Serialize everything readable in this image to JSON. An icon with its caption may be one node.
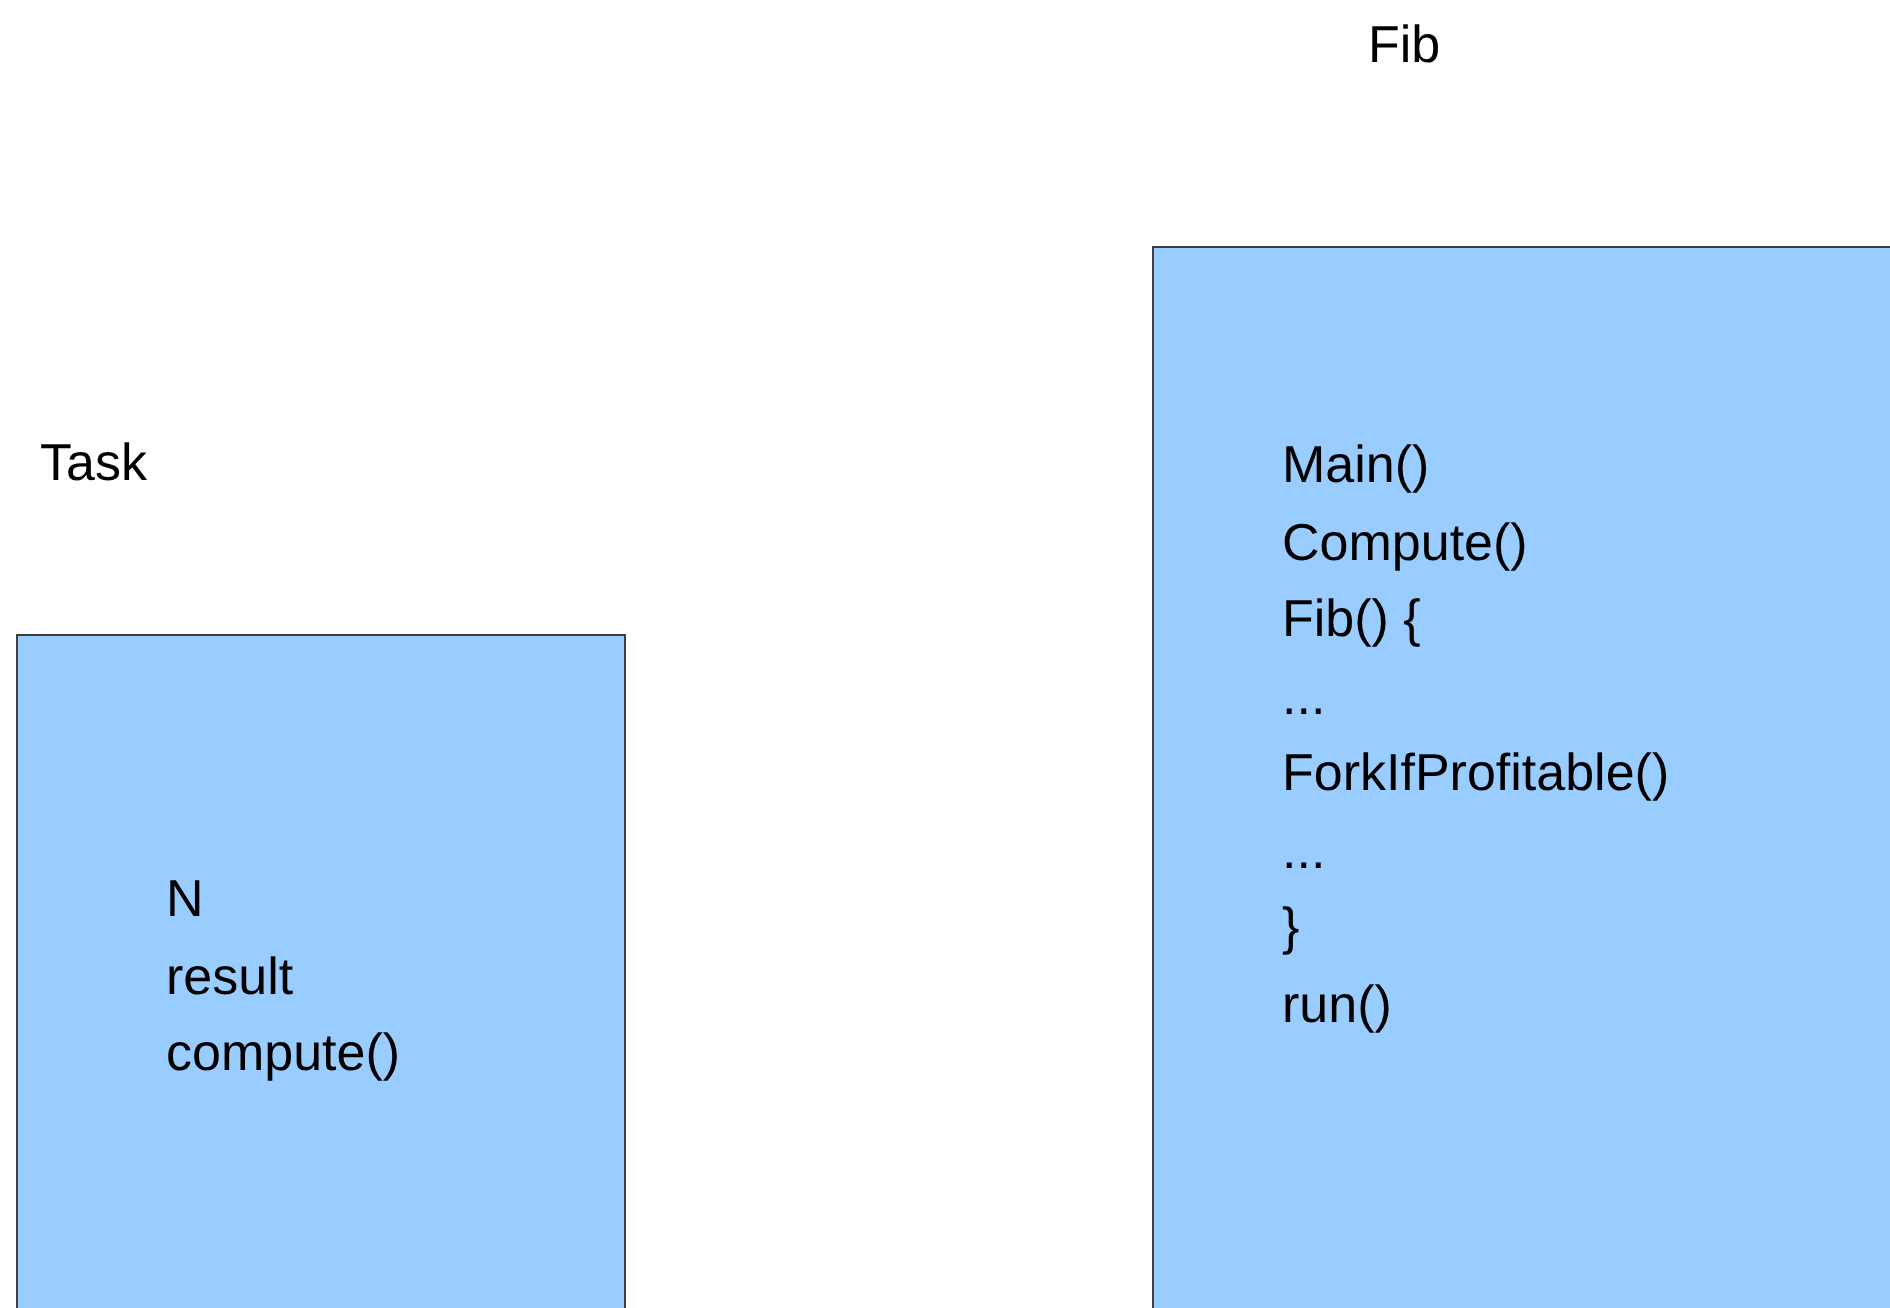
{
  "diagram": {
    "nodes": [
      {
        "text": [
          "Task",
          "N",
          "result",
          "compute()"
        ]
      },
      {
        "text": [
          "Fib",
          "Main()",
          "Compute()",
          "Fib() {",
          "...",
          "ForkIfProfitable()",
          "...",
          "}",
          "run()"
        ]
      }
    ]
  }
}
